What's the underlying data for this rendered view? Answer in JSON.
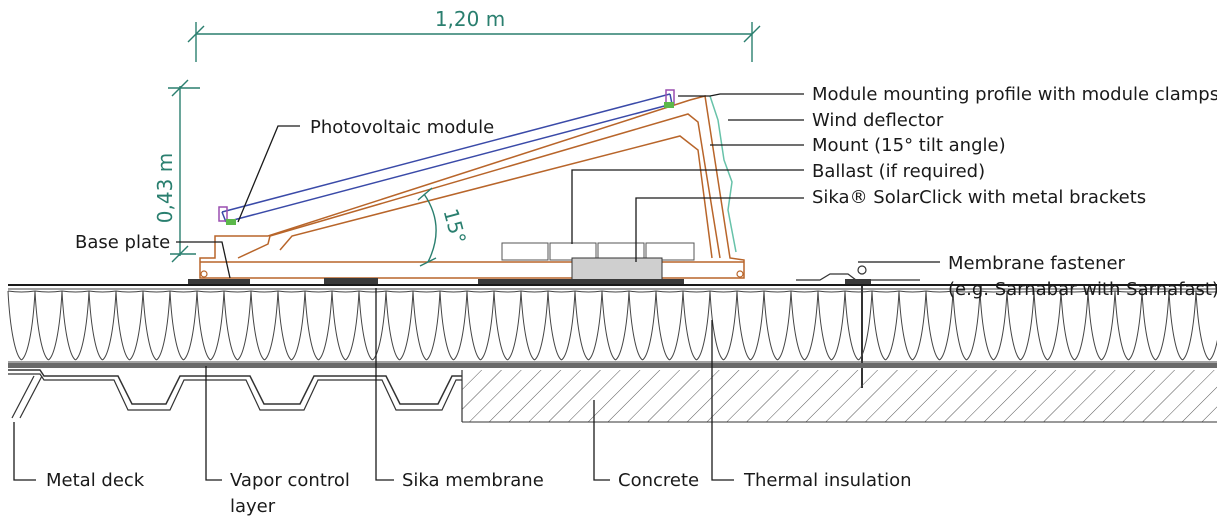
{
  "dimensions": {
    "width_label": "1,20  m",
    "height_label": "0,43  m",
    "angle_label": "15°"
  },
  "labels": {
    "mounting_profile": "Module mounting profile with module clamps",
    "wind_deflector": "Wind deflector",
    "mount": "Mount (15° tilt angle)",
    "ballast": "Ballast (if required)",
    "solarclick": "Sika® SolarClick with metal brackets",
    "pv_module": "Photovoltaic module",
    "base_plate": "Base plate",
    "membrane_fastener": "Membrane fastener",
    "membrane_fastener_example": "(e.g. Sarnabar with Sarnafast)",
    "metal_deck": "Metal deck",
    "vapor_control_line1": "Vapor control",
    "vapor_control_line2": "layer",
    "sika_membrane": "Sika membrane",
    "concrete": "Concrete",
    "thermal_insulation": "Thermal insulation"
  },
  "colors": {
    "dimension": "#2a7f6f",
    "frame": "#b8652a",
    "module": "#3a4aa8",
    "leader": "#1a1a1a",
    "clamp_green": "#5cb84a",
    "clamp_purple": "#9a4fb0"
  }
}
